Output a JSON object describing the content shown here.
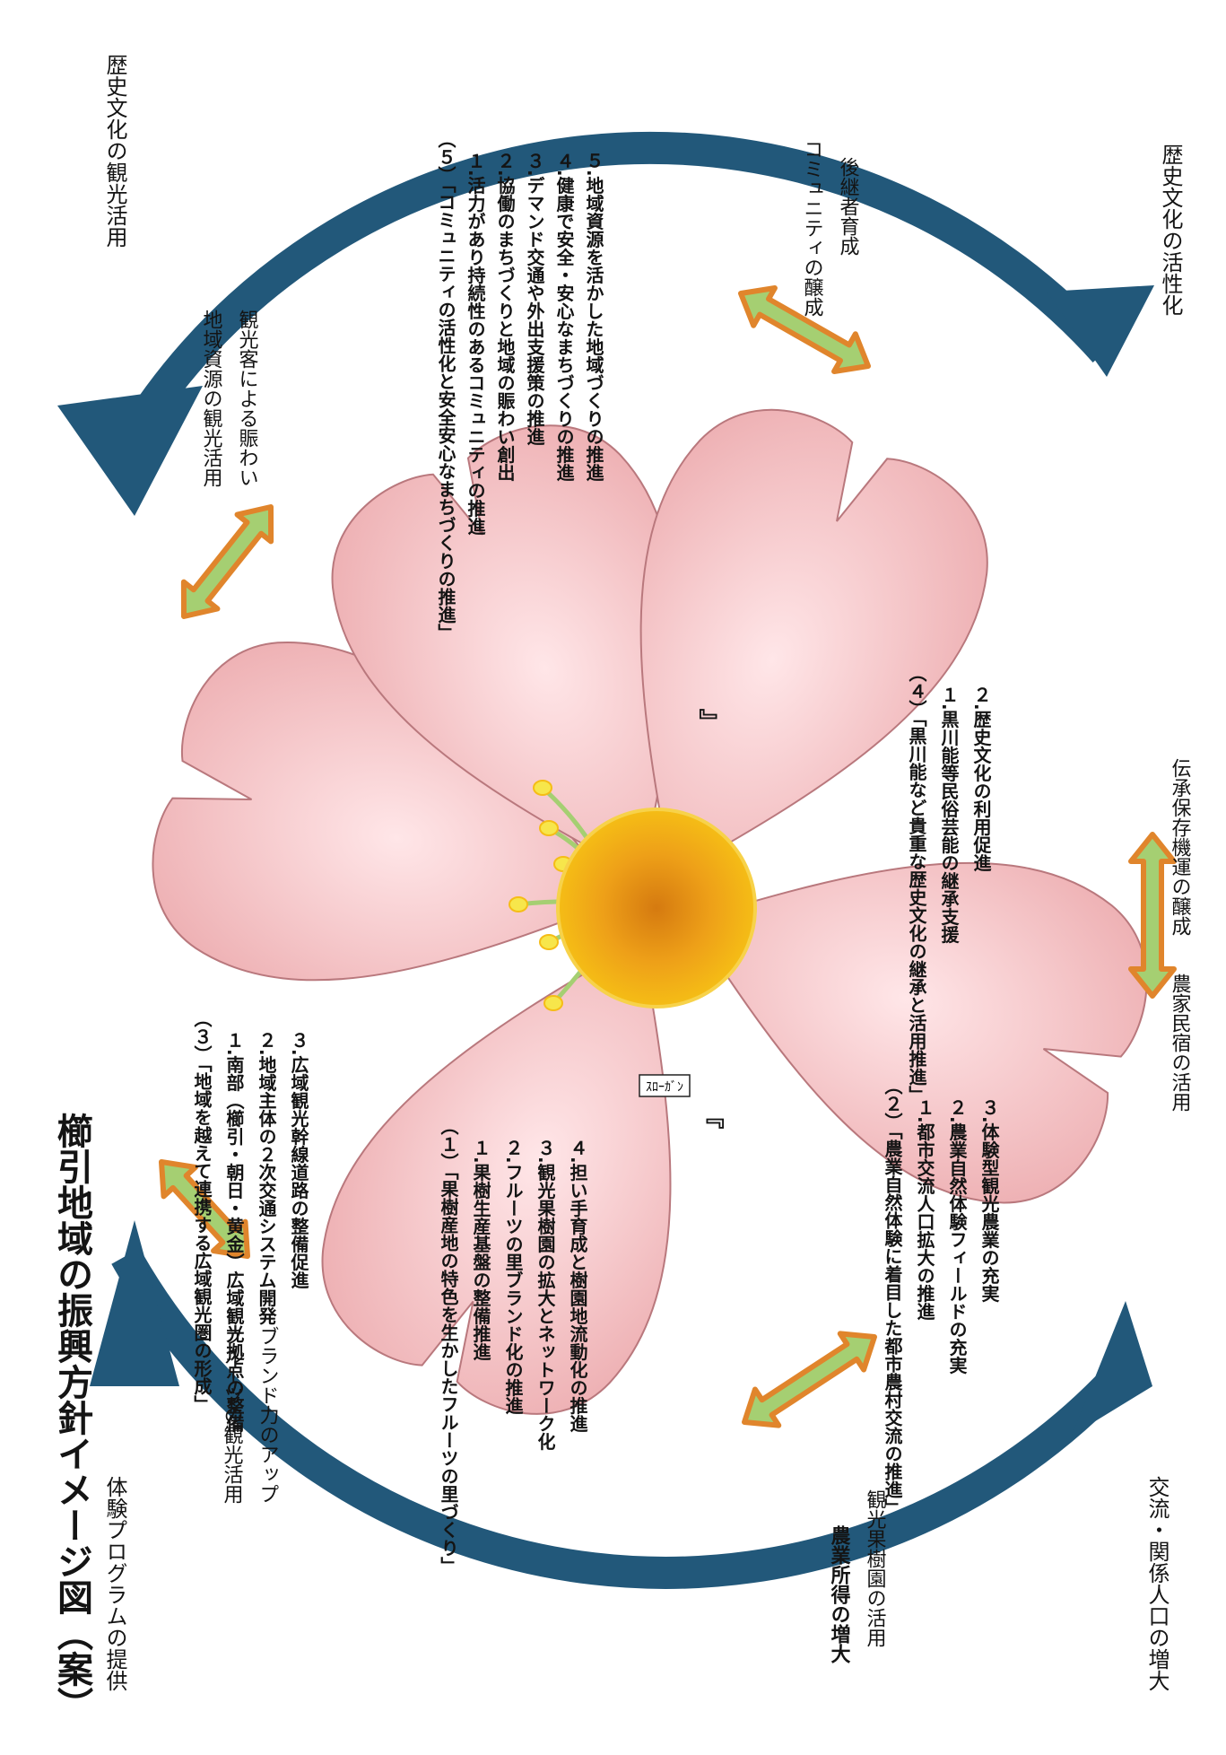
{
  "title": "櫛引地域の振興方針イメージ図（案）",
  "slogan_label": "ｽﾛｰｶﾞﾝ",
  "slogan_open": "『",
  "slogan_close": "』",
  "petals": [
    {
      "heading": "（１）「果樹産地の特色を生かしたフルーツの里づくり」",
      "items": [
        "１.果樹生産基盤の整備推進",
        "２.フルーツの里ブランド化の推進",
        "３.観光果樹園の拡大とネットワーク化",
        "４.担い手育成と樹園地流動化の推進"
      ]
    },
    {
      "heading": "（２）「農業自然体験に着目した都市農村交流の推進」",
      "items": [
        "１.都市交流人口拡大の推進",
        "２.農業自然体験フィールドの充実",
        "３.体験型観光農業の充実"
      ]
    },
    {
      "heading": "（３）「地域を越えて連携する広域観光圏の形成」",
      "items": [
        "１.南部（櫛引・朝日・黄金）広域観光拠点の整備",
        "２.地域主体の２次交通システム開発",
        "３.広域観光幹線道路の整備促進"
      ]
    },
    {
      "heading": "（４）「黒川能など貴重な歴史文化の継承と活用推進」",
      "items": [
        "１.黒川能等民俗芸能の継承支援",
        "２.歴史文化の利用促進"
      ]
    },
    {
      "heading": "（５）「コミュニティの活性化と安全安心なまちづくりの推進」",
      "items": [
        "１.活力があり持続性のあるコミュニティの推進",
        "２.協働のまちづくりと地域の賑わい創出",
        "３.デマンド交通や外出支援策の推進",
        "４.健康で安全・安心なまちづくりの推進",
        "５.地域資源を活かした地域づくりの推進"
      ]
    }
  ],
  "arc_labels": {
    "top_left": "歴史文化の観光活用",
    "top_right": "歴史文化の活性化",
    "bottom_left": "体験プログラムの提供",
    "bottom_right": "交流・関係人口の増大"
  },
  "link_labels": {
    "petal1_3": [
      "フルーツの観光活用",
      "ブランド力のアップ"
    ],
    "petal3_5": [
      "地域資源の観光活用",
      "観光客による賑わい"
    ],
    "petal5_4": [
      "コミュニティの醸成",
      "後継者育成"
    ],
    "petal4_2": [
      "伝承保存機運の醸成",
      "農家民宿の活用"
    ],
    "petal2_1": [
      "農業所得の増大",
      "観光果樹園の活用"
    ]
  },
  "colors": {
    "petal_fill": "#eeb1b4",
    "petal_stroke": "#b9787d",
    "arc_blue": "#22587a",
    "link_orange": "#e0852c",
    "link_green": "#a5cf72",
    "center_yellow": "#f5bd16",
    "center_orange": "#d57a10"
  }
}
